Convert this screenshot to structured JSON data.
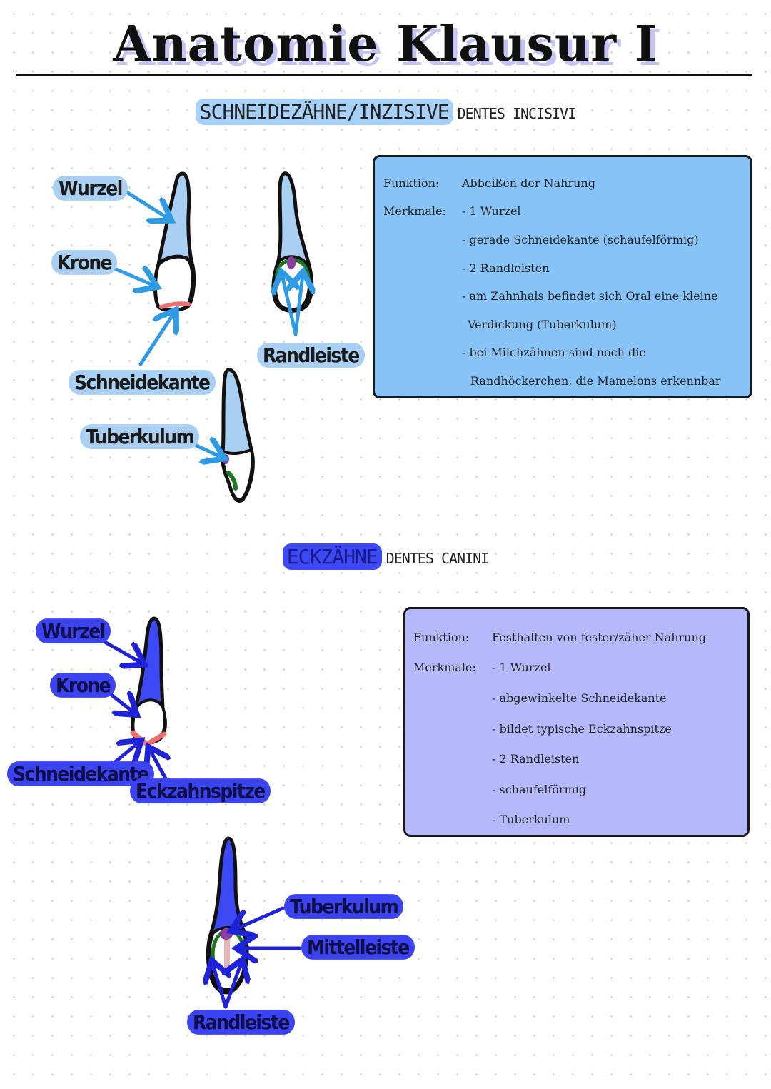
{
  "title": "Anatomie Klausur I",
  "colors": {
    "incisor_fill": "#a9cff3",
    "canine_fill": "#3d49f5",
    "incisor_arrow": "#2f9be6",
    "canine_arrow": "#1e22d8",
    "edge_red": "#f07070",
    "green": "#1e7a1e",
    "purple": "#8a3fa0",
    "pink": "#e8b5b5"
  },
  "section1": {
    "heading": "SCHNEIDEZÄHNE/INZISIVE",
    "subheading": "DENTES INCISIVI",
    "labels": {
      "root": "Wurzel",
      "crown": "Krone",
      "incisal_edge": "Schneidekante",
      "marginal_ridge": "Randleiste",
      "tubercle": "Tuberkulum"
    },
    "info": {
      "function_key": "Funktion:",
      "function_value": "Abbeißen der Nahrung",
      "features_key": "Merkmale:",
      "features": [
        "- 1 Wurzel",
        "- gerade Schneidekante (schaufelförmig)",
        "- 2 Randleisten",
        "- am Zahnhals befindet sich Oral eine kleine",
        "Verdickung (Tuberkulum)",
        "- bei Milchzähnen sind noch die",
        "Randhöckerchen, die Mamelons erkennbar"
      ]
    }
  },
  "section2": {
    "heading": "ECKZÄHNE",
    "subheading": "DENTES CANINI",
    "labels": {
      "root": "Wurzel",
      "crown": "Krone",
      "incisal_edge": "Schneidekante",
      "cusp_tip": "Eckzahnspitze",
      "tubercle": "Tuberkulum",
      "middle_ridge": "Mittelleiste",
      "marginal_ridge": "Randleiste"
    },
    "info": {
      "function_key": "Funktion:",
      "function_value": "Festhalten von fester/zäher Nahrung",
      "features_key": "Merkmale:",
      "features": [
        "- 1 Wurzel",
        "- abgewinkelte Schneidekante",
        "- bildet typische Eckzahnspitze",
        "- 2 Randleisten",
        "- schaufelförmig",
        "- Tuberkulum"
      ]
    }
  }
}
